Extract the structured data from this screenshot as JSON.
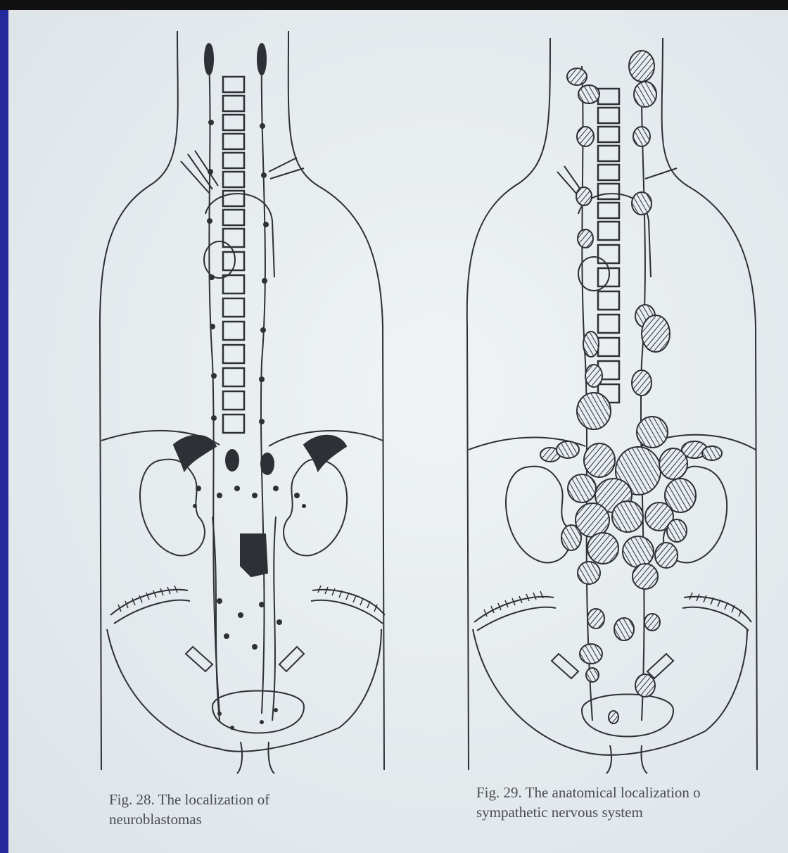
{
  "figures": [
    {
      "id": "fig28",
      "caption_line1": "Fig. 28. The localization of",
      "caption_line2": "neuroblastomas"
    },
    {
      "id": "fig29",
      "caption_line1": "Fig. 29. The anatomical localization o",
      "caption_line2": "sympathetic nervous system"
    }
  ],
  "colors": {
    "frame": "#232a9c",
    "paper": "#e7edf0",
    "ink": "#2d3035"
  }
}
